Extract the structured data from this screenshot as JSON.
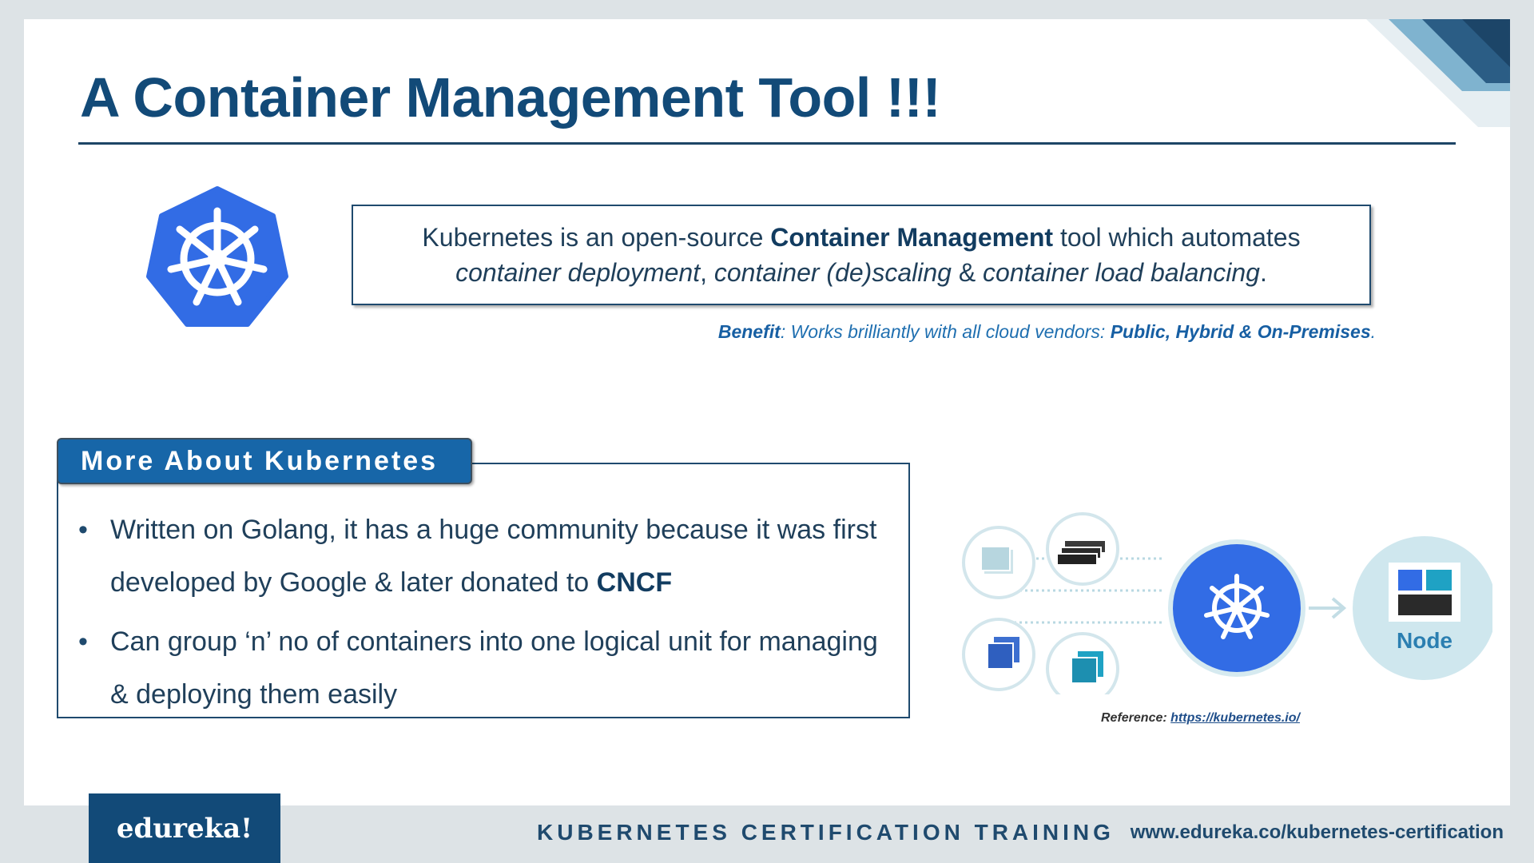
{
  "slide": {
    "title": "A Container Management Tool !!!",
    "definition": {
      "line1_prefix": "Kubernetes is an open-source ",
      "line1_bold": "Container Management",
      "line1_suffix": " tool which automates",
      "line2_part1": "container deployment",
      "line2_sep1": ", ",
      "line2_part2": "container (de)scaling",
      "line2_sep2": " & ",
      "line2_part3": "container load balancing",
      "line2_end": "."
    },
    "benefit": {
      "label": "Benefit",
      "text": ": Works brilliantly with all cloud vendors: ",
      "bold": "Public, Hybrid & On-Premises",
      "end": "."
    },
    "more_about": {
      "header": "More About Kubernetes",
      "bullet1_text": "Written on Golang, it has a huge community because it was first developed by Google & later donated to ",
      "bullet1_bold": "CNCF",
      "bullet2_text": "Can group ‘n’ no of containers into one logical unit for managing & deploying them easily"
    },
    "diagram": {
      "node_label": "Node"
    },
    "reference": {
      "label": "Reference: ",
      "link": "https://kubernetes.io/"
    }
  },
  "footer": {
    "logo_text": "edureka!",
    "course_title": "KUBERNETES CERTIFICATION TRAINING",
    "url": "www.edureka.co/kubernetes-certification"
  },
  "colors": {
    "title_blue": "#124a78",
    "kubernetes_blue": "#326ce5",
    "header_blue": "#1766a8",
    "node_circle": "#cfe7ee"
  }
}
